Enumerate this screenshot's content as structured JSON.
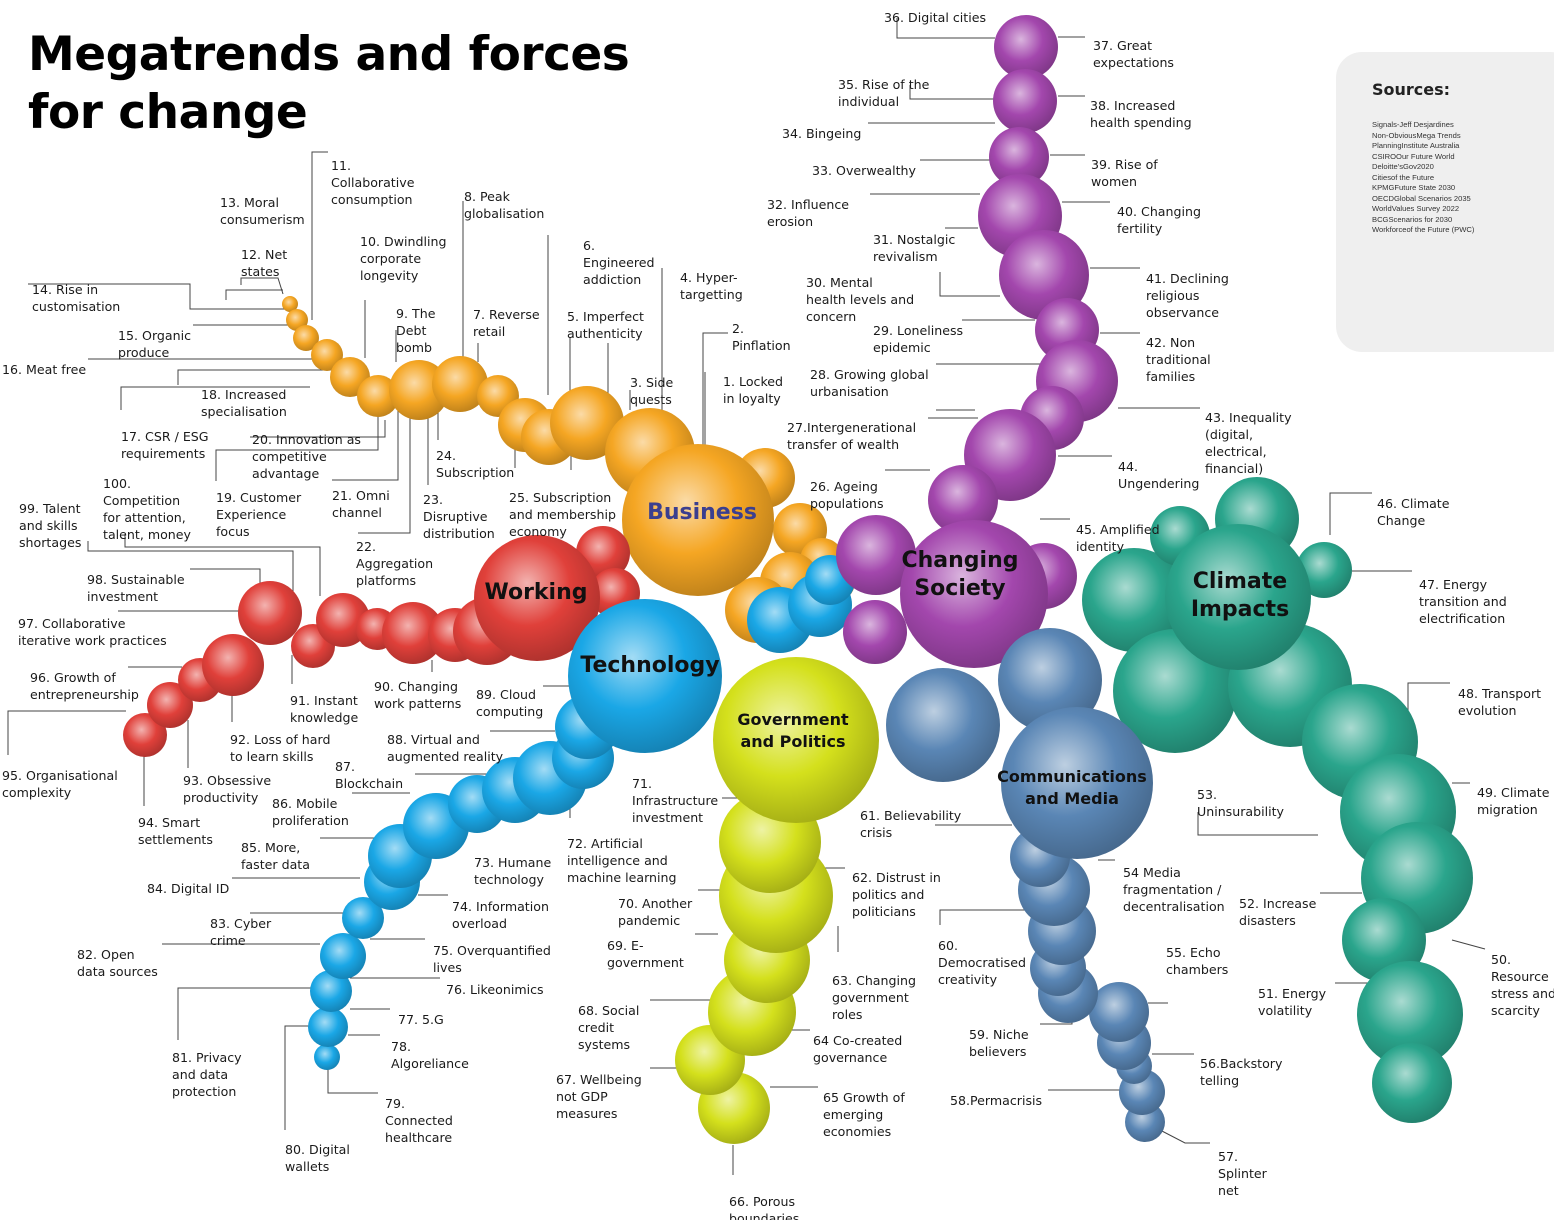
{
  "title_lines": [
    "Megatrends and forces",
    "for change"
  ],
  "sources": {
    "heading": "Sources:",
    "items": [
      "Signals-Jeff Desjardines",
      "Non-ObviousMega Trends",
      "PlanningInstitute Australia",
      "CSIROOur Future World",
      "Deloitte'sGov2020",
      "Citiesof the Future",
      "KPMGFuture State 2030",
      "OECDGlobal Scenarios 2035",
      "WorldValues Survey 2022",
      "BCGScenarios for 2030",
      "Workforceof the Future (PWC)"
    ]
  },
  "hubs": [
    {
      "id": "business",
      "lines": [
        "Business"
      ],
      "color": "#f5a623",
      "text_color": "#3b3f8f"
    },
    {
      "id": "working",
      "lines": [
        "Working"
      ],
      "color": "#e0403a",
      "text_color": "#111111"
    },
    {
      "id": "technology",
      "lines": [
        "Technology"
      ],
      "color": "#1aa7e6",
      "text_color": "#111111"
    },
    {
      "id": "government",
      "lines": [
        "Government",
        "and Politics"
      ],
      "color": "#d4e01c",
      "text_color": "#111111"
    },
    {
      "id": "society",
      "lines": [
        "Changing",
        "Society"
      ],
      "color": "#a347ad",
      "text_color": "#111111"
    },
    {
      "id": "climate",
      "lines": [
        "Climate",
        "Impacts"
      ],
      "color": "#2aa58c",
      "text_color": "#111111"
    },
    {
      "id": "media",
      "lines": [
        "Communications",
        "and Media"
      ],
      "color": "#5a86b5",
      "text_color": "#111111"
    }
  ],
  "trends": [
    {
      "n": 1,
      "lines": [
        "1. Locked",
        "in loyalty"
      ]
    },
    {
      "n": 2,
      "lines": [
        "2.",
        "Pinflation"
      ]
    },
    {
      "n": 3,
      "lines": [
        "3. Side",
        "quests"
      ]
    },
    {
      "n": 4,
      "lines": [
        "4. Hyper-",
        "targetting"
      ]
    },
    {
      "n": 5,
      "lines": [
        "5. Imperfect",
        "authenticity"
      ]
    },
    {
      "n": 6,
      "lines": [
        "6.",
        "Engineered",
        "addiction"
      ]
    },
    {
      "n": 7,
      "lines": [
        "7. Reverse",
        "retail"
      ]
    },
    {
      "n": 8,
      "lines": [
        "8. Peak",
        "globalisation"
      ]
    },
    {
      "n": 9,
      "lines": [
        "9. The",
        "Debt",
        "bomb"
      ]
    },
    {
      "n": 10,
      "lines": [
        "10. Dwindling",
        "corporate",
        "longevity"
      ]
    },
    {
      "n": 11,
      "lines": [
        "11.",
        "Collaborative",
        "consumption"
      ]
    },
    {
      "n": 12,
      "lines": [
        "12. Net",
        "states"
      ]
    },
    {
      "n": 13,
      "lines": [
        "13. Moral",
        "consumerism"
      ]
    },
    {
      "n": 14,
      "lines": [
        "14. Rise in",
        "customisation"
      ]
    },
    {
      "n": 15,
      "lines": [
        "15. Organic",
        "produce"
      ]
    },
    {
      "n": 16,
      "lines": [
        "16. Meat free"
      ]
    },
    {
      "n": 17,
      "lines": [
        "17. CSR / ESG",
        "requirements"
      ]
    },
    {
      "n": 18,
      "lines": [
        "18. Increased",
        "specialisation"
      ]
    },
    {
      "n": 19,
      "lines": [
        "19. Customer",
        "Experience",
        "focus"
      ]
    },
    {
      "n": 20,
      "lines": [
        "20. Innovation as",
        "competitive",
        "advantage"
      ]
    },
    {
      "n": 21,
      "lines": [
        "21. Omni",
        "channel"
      ]
    },
    {
      "n": 22,
      "lines": [
        "22.",
        "Aggregation",
        "platforms"
      ]
    },
    {
      "n": 23,
      "lines": [
        "23.",
        "Disruptive",
        "distribution"
      ]
    },
    {
      "n": 24,
      "lines": [
        "24.",
        "Subscription"
      ]
    },
    {
      "n": 25,
      "lines": [
        "25.  Subscription",
        "and membership",
        "economy"
      ]
    },
    {
      "n": 26,
      "lines": [
        "26. Ageing",
        "populations"
      ]
    },
    {
      "n": 27,
      "lines": [
        "27.Intergenerational",
        "transfer of wealth"
      ]
    },
    {
      "n": 28,
      "lines": [
        "28. Growing global",
        "urbanisation"
      ]
    },
    {
      "n": 29,
      "lines": [
        "29. Loneliness",
        "epidemic"
      ]
    },
    {
      "n": 30,
      "lines": [
        "30. Mental",
        "health levels and",
        "concern"
      ]
    },
    {
      "n": 31,
      "lines": [
        "31. Nostalgic",
        "revivalism"
      ]
    },
    {
      "n": 32,
      "lines": [
        "32. Influence",
        "erosion"
      ]
    },
    {
      "n": 33,
      "lines": [
        "33. Overwealthy"
      ]
    },
    {
      "n": 34,
      "lines": [
        "34. Bingeing"
      ]
    },
    {
      "n": 35,
      "lines": [
        "35. Rise of the",
        "individual"
      ]
    },
    {
      "n": 36,
      "lines": [
        "36. Digital cities"
      ]
    },
    {
      "n": 37,
      "lines": [
        "37. Great",
        "expectations"
      ]
    },
    {
      "n": 38,
      "lines": [
        "38. Increased",
        "health spending"
      ]
    },
    {
      "n": 39,
      "lines": [
        "39. Rise of",
        "women"
      ]
    },
    {
      "n": 40,
      "lines": [
        "40. Changing",
        "fertility"
      ]
    },
    {
      "n": 41,
      "lines": [
        "41. Declining",
        "religious",
        "observance"
      ]
    },
    {
      "n": 42,
      "lines": [
        "42. Non",
        "traditional",
        "families"
      ]
    },
    {
      "n": 43,
      "lines": [
        "43. Inequality",
        "(digital,",
        "electrical,",
        "financial)"
      ]
    },
    {
      "n": 44,
      "lines": [
        "44.",
        "Ungendering"
      ]
    },
    {
      "n": 45,
      "lines": [
        "45. Amplified",
        "identity"
      ]
    },
    {
      "n": 46,
      "lines": [
        "46. Climate",
        "Change"
      ]
    },
    {
      "n": 47,
      "lines": [
        "47. Energy",
        "transition and",
        "electrification"
      ]
    },
    {
      "n": 48,
      "lines": [
        "48. Transport",
        "evolution"
      ]
    },
    {
      "n": 49,
      "lines": [
        "49. Climate",
        "migration"
      ]
    },
    {
      "n": 50,
      "lines": [
        "50.",
        "Resource",
        "stress and",
        "scarcity"
      ]
    },
    {
      "n": 51,
      "lines": [
        "51. Energy",
        "volatility"
      ]
    },
    {
      "n": 52,
      "lines": [
        "52. Increase",
        "disasters"
      ]
    },
    {
      "n": 53,
      "lines": [
        "53.",
        "Uninsurability"
      ]
    },
    {
      "n": 54,
      "lines": [
        "54 Media",
        "fragmentation /",
        "decentralisation"
      ]
    },
    {
      "n": 55,
      "lines": [
        "55. Echo",
        "chambers"
      ]
    },
    {
      "n": 56,
      "lines": [
        "56.Backstory",
        "telling"
      ]
    },
    {
      "n": 57,
      "lines": [
        "57.",
        "Splinter",
        "net"
      ]
    },
    {
      "n": 58,
      "lines": [
        "58.Permacrisis"
      ]
    },
    {
      "n": 59,
      "lines": [
        "59. Niche",
        "believers"
      ]
    },
    {
      "n": 60,
      "lines": [
        "60.",
        "Democratised",
        "creativity"
      ]
    },
    {
      "n": 61,
      "lines": [
        "61. Believability",
        "crisis"
      ]
    },
    {
      "n": 62,
      "lines": [
        "62. Distrust in",
        "politics and",
        "politicians"
      ]
    },
    {
      "n": 63,
      "lines": [
        "63. Changing",
        "government",
        "roles"
      ]
    },
    {
      "n": 64,
      "lines": [
        "64 Co-created",
        "governance"
      ]
    },
    {
      "n": 65,
      "lines": [
        "65 Growth of",
        "emerging",
        "economies"
      ]
    },
    {
      "n": 66,
      "lines": [
        "66. Porous",
        "boundaries"
      ]
    },
    {
      "n": 67,
      "lines": [
        "67. Wellbeing",
        "not GDP",
        "measures"
      ]
    },
    {
      "n": 68,
      "lines": [
        "68. Social",
        "credit",
        "systems"
      ]
    },
    {
      "n": 69,
      "lines": [
        "69. E-",
        "government"
      ]
    },
    {
      "n": 70,
      "lines": [
        "70. Another",
        "pandemic"
      ]
    },
    {
      "n": 71,
      "lines": [
        "71.",
        "Infrastructure",
        "investment"
      ]
    },
    {
      "n": 72,
      "lines": [
        "72. Artificial",
        "intelligence and",
        "machine learning"
      ]
    },
    {
      "n": 73,
      "lines": [
        "73. Humane",
        "technology"
      ]
    },
    {
      "n": 74,
      "lines": [
        "74. Information",
        "overload"
      ]
    },
    {
      "n": 75,
      "lines": [
        "75. Overquantified",
        "lives"
      ]
    },
    {
      "n": 76,
      "lines": [
        "76. Likeonimics"
      ]
    },
    {
      "n": 77,
      "lines": [
        "77. 5.G"
      ]
    },
    {
      "n": 78,
      "lines": [
        "78.",
        "Algoreliance"
      ]
    },
    {
      "n": 79,
      "lines": [
        "79.",
        "Connected",
        "healthcare"
      ]
    },
    {
      "n": 80,
      "lines": [
        "80. Digital",
        "wallets"
      ]
    },
    {
      "n": 81,
      "lines": [
        "81. Privacy",
        "and data",
        "protection"
      ]
    },
    {
      "n": 82,
      "lines": [
        "82. Open",
        "data sources"
      ]
    },
    {
      "n": 83,
      "lines": [
        "83. Cyber",
        "crime"
      ]
    },
    {
      "n": 84,
      "lines": [
        "84. Digital ID"
      ]
    },
    {
      "n": 85,
      "lines": [
        "85. More,",
        "faster data"
      ]
    },
    {
      "n": 86,
      "lines": [
        "86. Mobile",
        "proliferation"
      ]
    },
    {
      "n": 87,
      "lines": [
        "87.",
        "Blockchain"
      ]
    },
    {
      "n": 88,
      "lines": [
        "88. Virtual and",
        "augmented reality"
      ]
    },
    {
      "n": 89,
      "lines": [
        "89. Cloud",
        "computing"
      ]
    },
    {
      "n": 90,
      "lines": [
        "90. Changing",
        "work patterns"
      ]
    },
    {
      "n": 91,
      "lines": [
        "91. Instant",
        "knowledge"
      ]
    },
    {
      "n": 92,
      "lines": [
        "92. Loss of hard",
        "to learn skills"
      ]
    },
    {
      "n": 93,
      "lines": [
        "93. Obsessive",
        "productivity"
      ]
    },
    {
      "n": 94,
      "lines": [
        "94. Smart",
        "settlements"
      ]
    },
    {
      "n": 95,
      "lines": [
        "95. Organisational",
        "complexity"
      ]
    },
    {
      "n": 96,
      "lines": [
        "96. Growth of",
        "entrepreneurship"
      ]
    },
    {
      "n": 97,
      "lines": [
        "97. Collaborative",
        "iterative work practices"
      ]
    },
    {
      "n": 98,
      "lines": [
        "98. Sustainable",
        "investment"
      ]
    },
    {
      "n": 99,
      "lines": [
        "99. Talent",
        "and skills",
        "shortages"
      ]
    },
    {
      "n": 100,
      "lines": [
        "100.",
        "Competition",
        "for attention,",
        "talent, money"
      ]
    }
  ]
}
